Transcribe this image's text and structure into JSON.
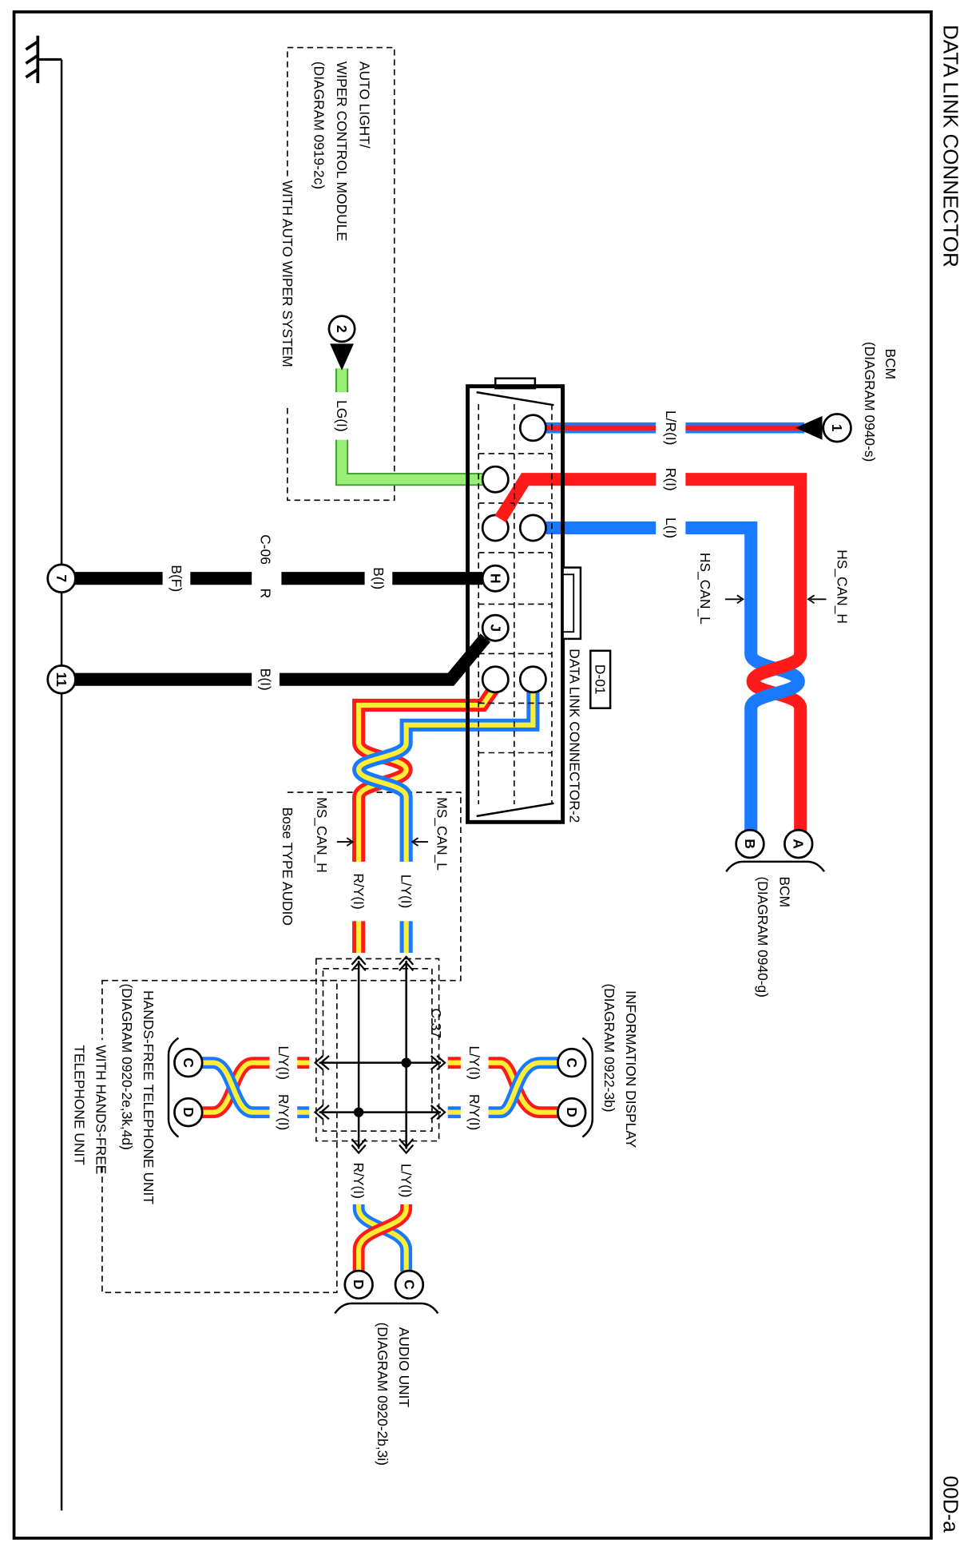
{
  "title": "DATA LINK CONNECTOR",
  "page_id": "00D-a",
  "colors": {
    "red": "#ff1a1a",
    "blue": "#1a7aff",
    "yellow": "#ffee33",
    "green": "#99ee77",
    "black": "#000000"
  },
  "connector": {
    "code": "D-01",
    "name": "DATA LINK CONNECTOR-2",
    "pin_h": "H",
    "pin_j": "J"
  },
  "bcm_top": {
    "name": "BCM",
    "ref": "(DIAGRAM 0940-s)",
    "terminal": "1"
  },
  "bcm_bottom": {
    "name": "BCM",
    "ref": "(DIAGRAM 0940-g)",
    "terminal_a": "A",
    "terminal_b": "B"
  },
  "wiper": {
    "line1": "AUTO LIGHT/",
    "line2": "WIPER CONTROL MODULE",
    "line3": "(DIAGRAM 0919-2c)",
    "condition": "WITH AUTO WIPER SYSTEM",
    "terminal": "2"
  },
  "wires": {
    "lr": "L/R(I)",
    "r": "R(I)",
    "l": "L(I)",
    "lg": "LG(I)",
    "b_h": "B(I)",
    "b_f": "B(F)",
    "b_j": "B(I)",
    "ms_l": "L/Y(I)",
    "ms_h": "R/Y(I)",
    "info_l": "L/Y(I)",
    "info_h": "R/Y(I)",
    "hf_l": "L/Y(I)",
    "hf_h": "R/Y(I)",
    "audio_l": "L/Y(I)",
    "audio_h": "R/Y(I)"
  },
  "signals": {
    "hs_can_h": "HS_CAN_H",
    "hs_can_l": "HS_CAN_L",
    "ms_can_l": "MS_CAN_L",
    "ms_can_h": "MS_CAN_H"
  },
  "joints": {
    "c06": "C-06",
    "c06_side": "R",
    "c37": "C-37"
  },
  "ground": {
    "terminal_7": "7",
    "terminal_11": "11"
  },
  "bose": "Bose TYPE AUDIO",
  "info_display": {
    "name": "INFORMATION DISPLAY",
    "ref": "(DIAGRAM 0922-3b)",
    "terminal_c": "C",
    "terminal_d": "D"
  },
  "hands_free": {
    "name": "HANDS-FREE TELEPHONE UNIT",
    "ref": "(DIAGRAM 0920-2e,3k,4d)",
    "condition1": "WITH HANDS-FREE",
    "condition2": "TELEPHONE UNIT",
    "terminal_c": "C",
    "terminal_d": "D"
  },
  "audio_unit": {
    "name": "AUDIO UNIT",
    "ref": "(DIAGRAM 0920-2b,3i)",
    "terminal_c": "C",
    "terminal_d": "D"
  }
}
